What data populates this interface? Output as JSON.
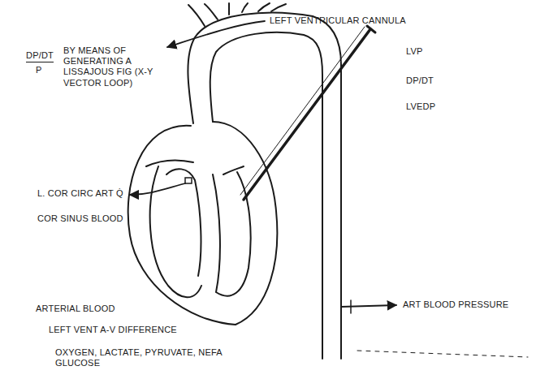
{
  "diagram": {
    "labels": [
      "LEFT VENTRICULAR CANNULA",
      "DP/DT",
      "P",
      "BY MEANS OF GENERATING A LISSAJOUS FIG (X-Y VECTOR LOOP)",
      "LVP",
      "DP/DT",
      "LVEDP",
      "L. COR CIRC ART Q̇",
      "COR SINUS BLOOD",
      "ART BLOOD PRESSURE",
      "ARTERIAL BLOOD",
      "LEFT VENT A-V DIFFERENCE",
      "OXYGEN, LACTATE, PYRUVATE, NEFA GLUCOSE"
    ]
  }
}
